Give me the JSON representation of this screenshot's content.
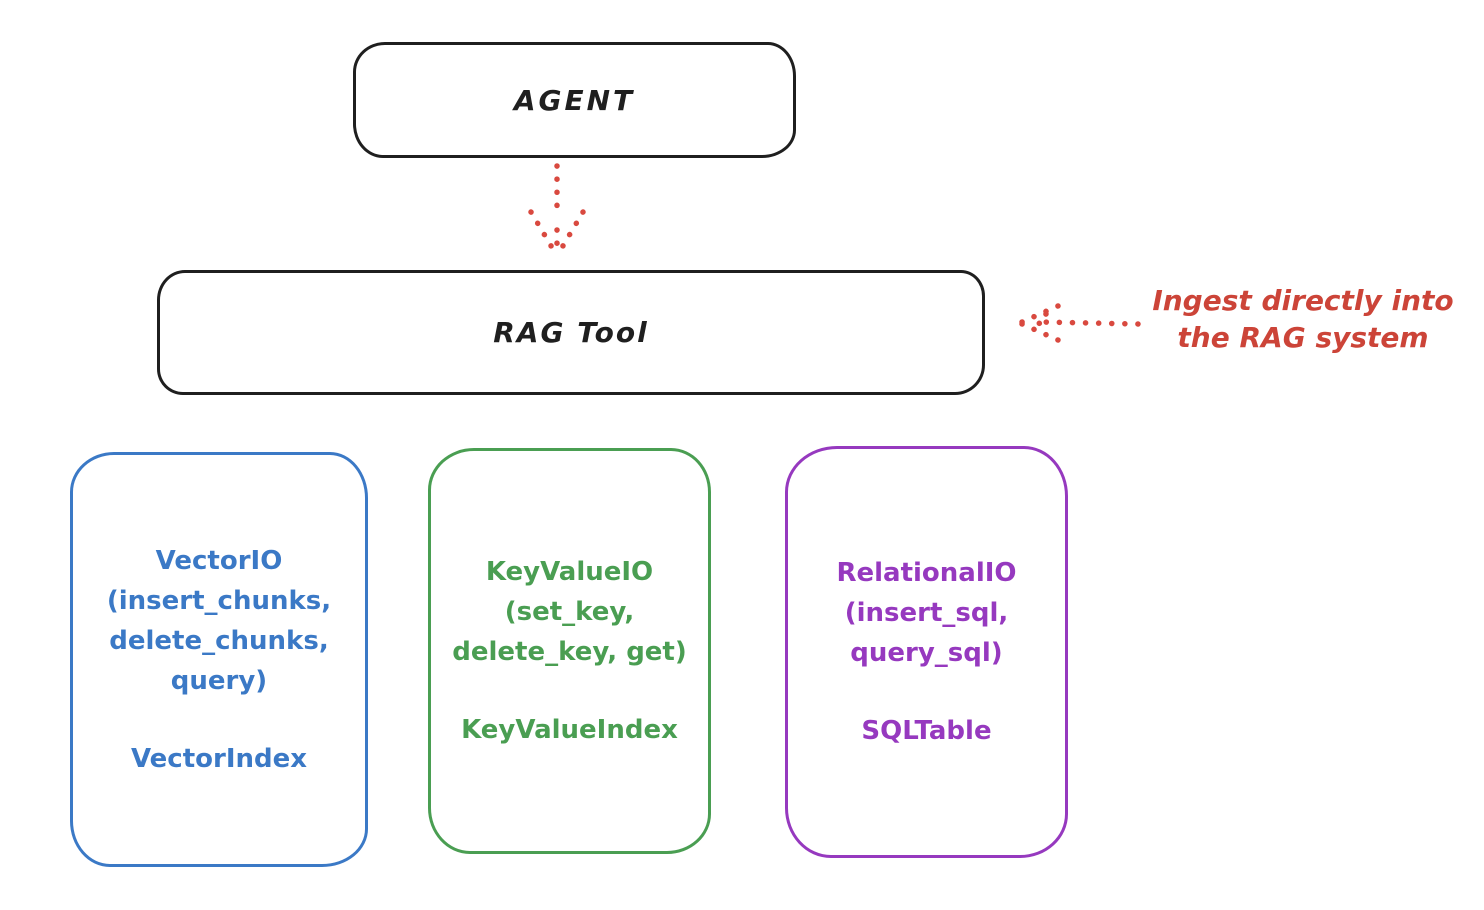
{
  "agent": {
    "label": "AGENT"
  },
  "rag_tool": {
    "label": "RAG Tool"
  },
  "annotation": {
    "line1": "Ingest directly into",
    "line2": "the RAG system"
  },
  "boxes": [
    {
      "id": "vector-io",
      "color": "#3b79c6",
      "lines": [
        "VectorIO",
        "(insert_chunks,",
        "delete_chunks,",
        "query)"
      ],
      "footer": "VectorIndex"
    },
    {
      "id": "keyvalue-io",
      "color": "#4a9e52",
      "lines": [
        "KeyValueIO",
        "(set_key,",
        "delete_key, get)"
      ],
      "footer": "KeyValueIndex"
    },
    {
      "id": "relational-io",
      "color": "#9639bf",
      "lines": [
        "RelationalIO",
        "(insert_sql,",
        "query_sql)"
      ],
      "footer": "SQLTable"
    }
  ],
  "colors": {
    "stroke": "#1f1f1f",
    "red_arrow": "#d9493f",
    "red_text": "#cc4438",
    "blue": "#3b79c6",
    "green": "#4a9e52",
    "purple": "#9639bf",
    "background": "#ffffff"
  }
}
